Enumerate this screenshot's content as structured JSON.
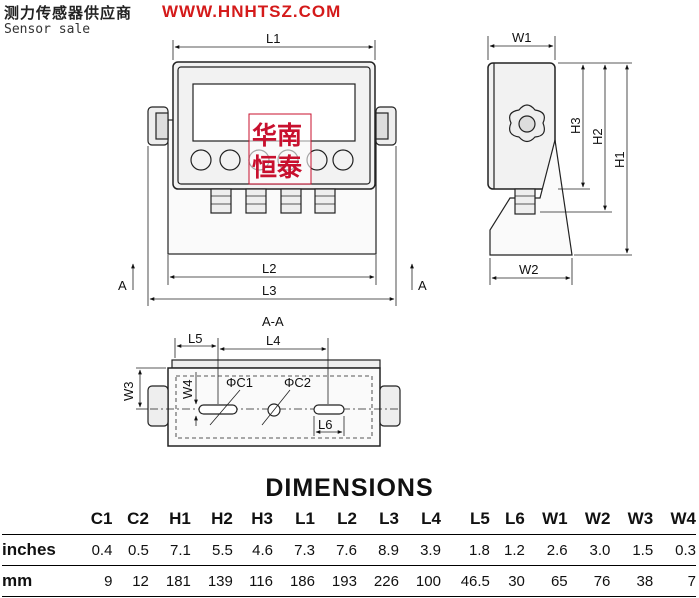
{
  "header": {
    "brand": "测力传感器供应商",
    "url": "WWW.HNHTSZ.COM",
    "sub": "Sensor sale"
  },
  "watermark": {
    "line1": "华南",
    "line2": "恒泰",
    "color": "#c8102e"
  },
  "drawing": {
    "front": {
      "L1": "L1",
      "L2": "L2",
      "L3": "L3",
      "A_left": "A",
      "A_right": "A"
    },
    "side": {
      "W1": "W1",
      "W2": "W2",
      "H1": "H1",
      "H2": "H2",
      "H3": "H3"
    },
    "section": {
      "title": "A-A",
      "L4": "L4",
      "L5": "L5",
      "L6": "L6",
      "W3": "W3",
      "W4": "W4",
      "C1": "ΦC1",
      "C2": "ΦC2"
    }
  },
  "dimensions": {
    "title": "DIMENSIONS",
    "columns": [
      "C1",
      "C2",
      "H1",
      "H2",
      "H3",
      "L1",
      "L2",
      "L3",
      "L4",
      "L5",
      "L6",
      "W1",
      "W2",
      "W3",
      "W4"
    ],
    "rows": [
      {
        "label": "inches",
        "values": [
          "0.4",
          "0.5",
          "7.1",
          "5.5",
          "4.6",
          "7.3",
          "7.6",
          "8.9",
          "3.9",
          "1.8",
          "1.2",
          "2.6",
          "3.0",
          "1.5",
          "0.3"
        ]
      },
      {
        "label": "mm",
        "values": [
          "9",
          "12",
          "181",
          "139",
          "116",
          "186",
          "193",
          "226",
          "100",
          "46.5",
          "30",
          "65",
          "76",
          "38",
          "7"
        ]
      }
    ]
  }
}
